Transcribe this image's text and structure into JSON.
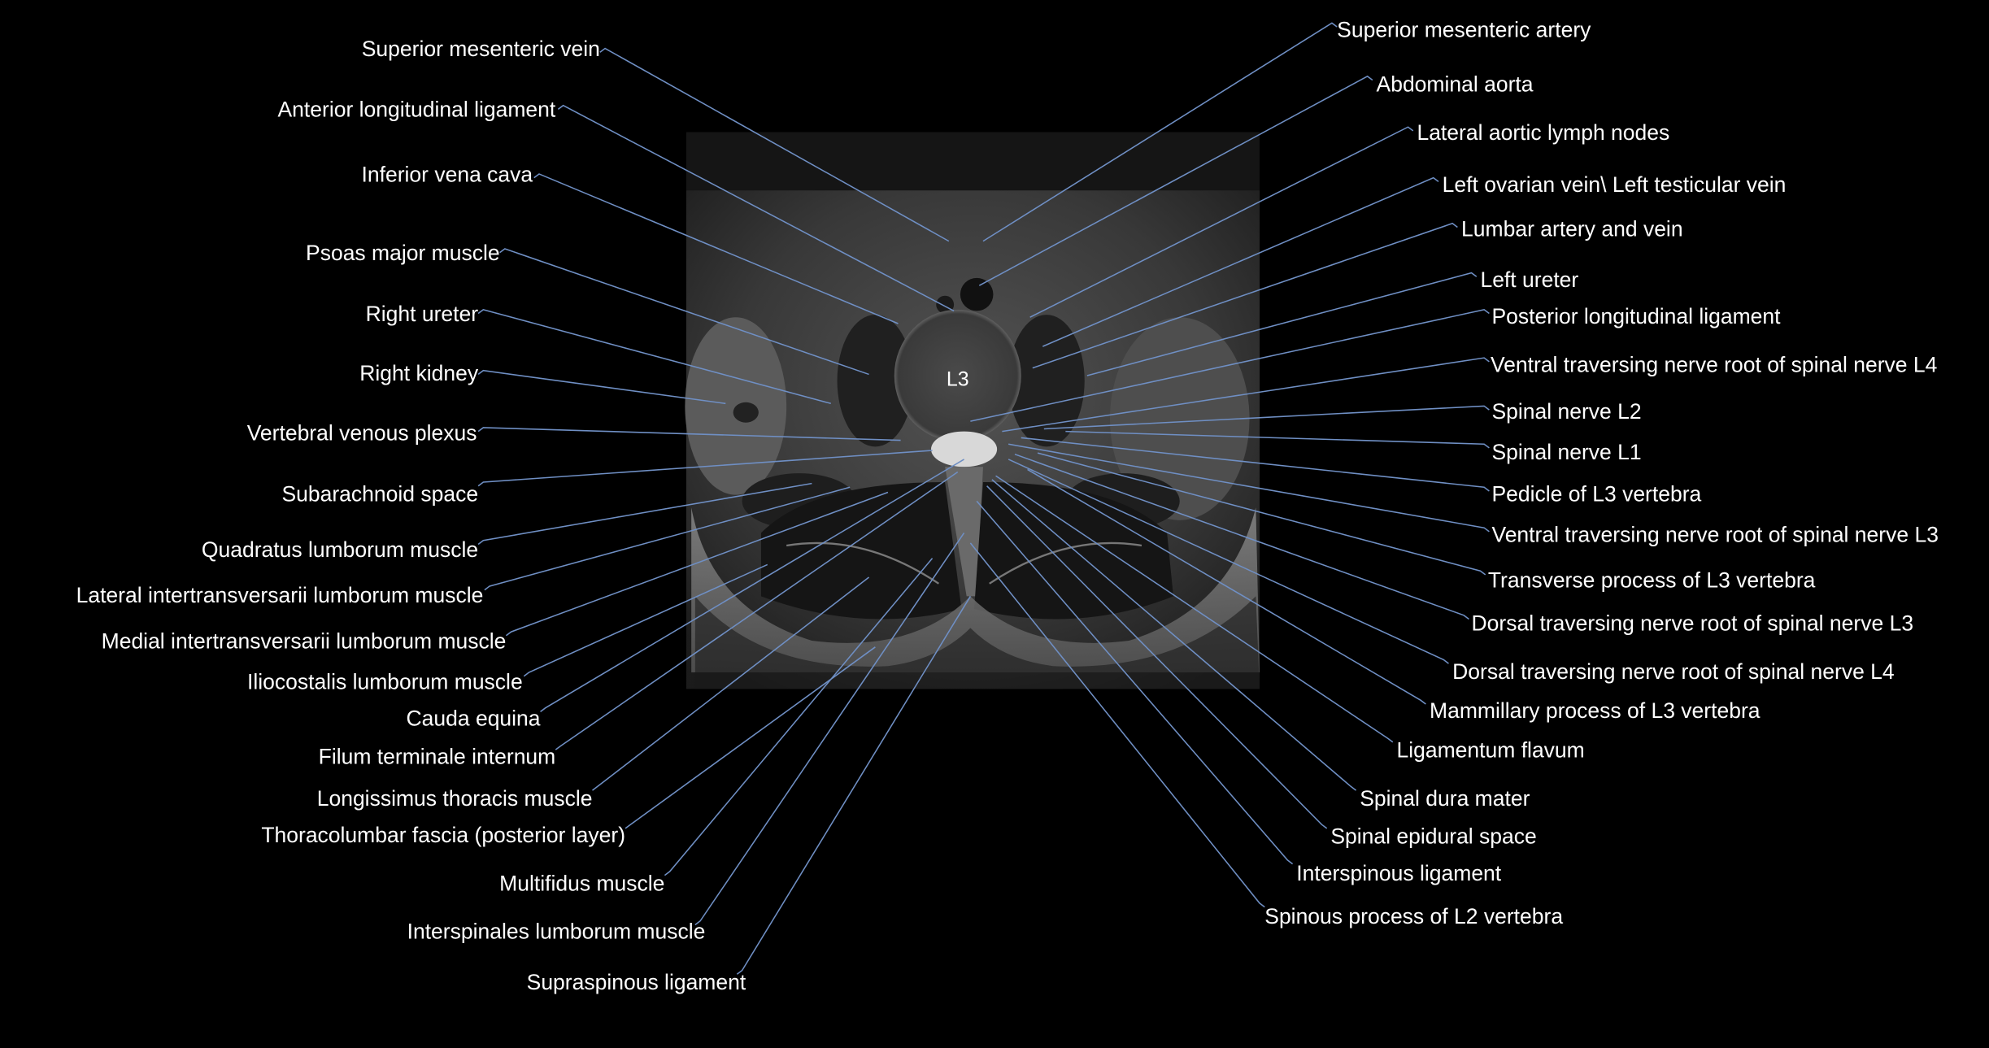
{
  "image": {
    "vertebra_label": "L3"
  },
  "labels_left": [
    "Superior mesenteric vein",
    "Anterior longitudinal ligament",
    "Inferior vena cava",
    "Psoas major muscle",
    "Right ureter",
    "Right kidney",
    "Vertebral venous plexus",
    "Subarachnoid space",
    "Quadratus lumborum muscle",
    "Lateral intertransversarii lumborum muscle",
    "Medial intertransversarii lumborum muscle",
    "Iliocostalis lumborum muscle",
    "Cauda equina",
    "Filum terminale internum",
    "Longissimus thoracis muscle",
    "Thoracolumbar fascia (posterior layer)",
    "Multifidus muscle",
    "Interspinales lumborum muscle",
    "Supraspinous ligament"
  ],
  "labels_right": [
    "Superior mesenteric artery",
    "Abdominal aorta",
    "Lateral aortic lymph nodes",
    "Left ovarian vein\\ Left testicular vein",
    "Lumbar artery and vein",
    "Left ureter",
    "Posterior longitudinal ligament",
    "Ventral traversing nerve root of spinal nerve L4",
    "Spinal nerve L2",
    "Spinal nerve L1",
    "Pedicle of L3 vertebra",
    "Ventral traversing nerve root of spinal nerve L3",
    "Transverse process of L3 vertebra",
    "Dorsal traversing nerve root of spinal nerve L3",
    "Dorsal traversing nerve root of spinal nerve L4",
    "Mammillary process of L3 vertebra",
    "Ligamentum flavum",
    "Spinal dura mater",
    "Spinal epidural space",
    "Interspinous ligament",
    "Spinous process of L2 vertebra"
  ],
  "colors": {
    "background": "#000000",
    "leader_line": "#6f8fc4",
    "label_text": "#ffffff"
  }
}
